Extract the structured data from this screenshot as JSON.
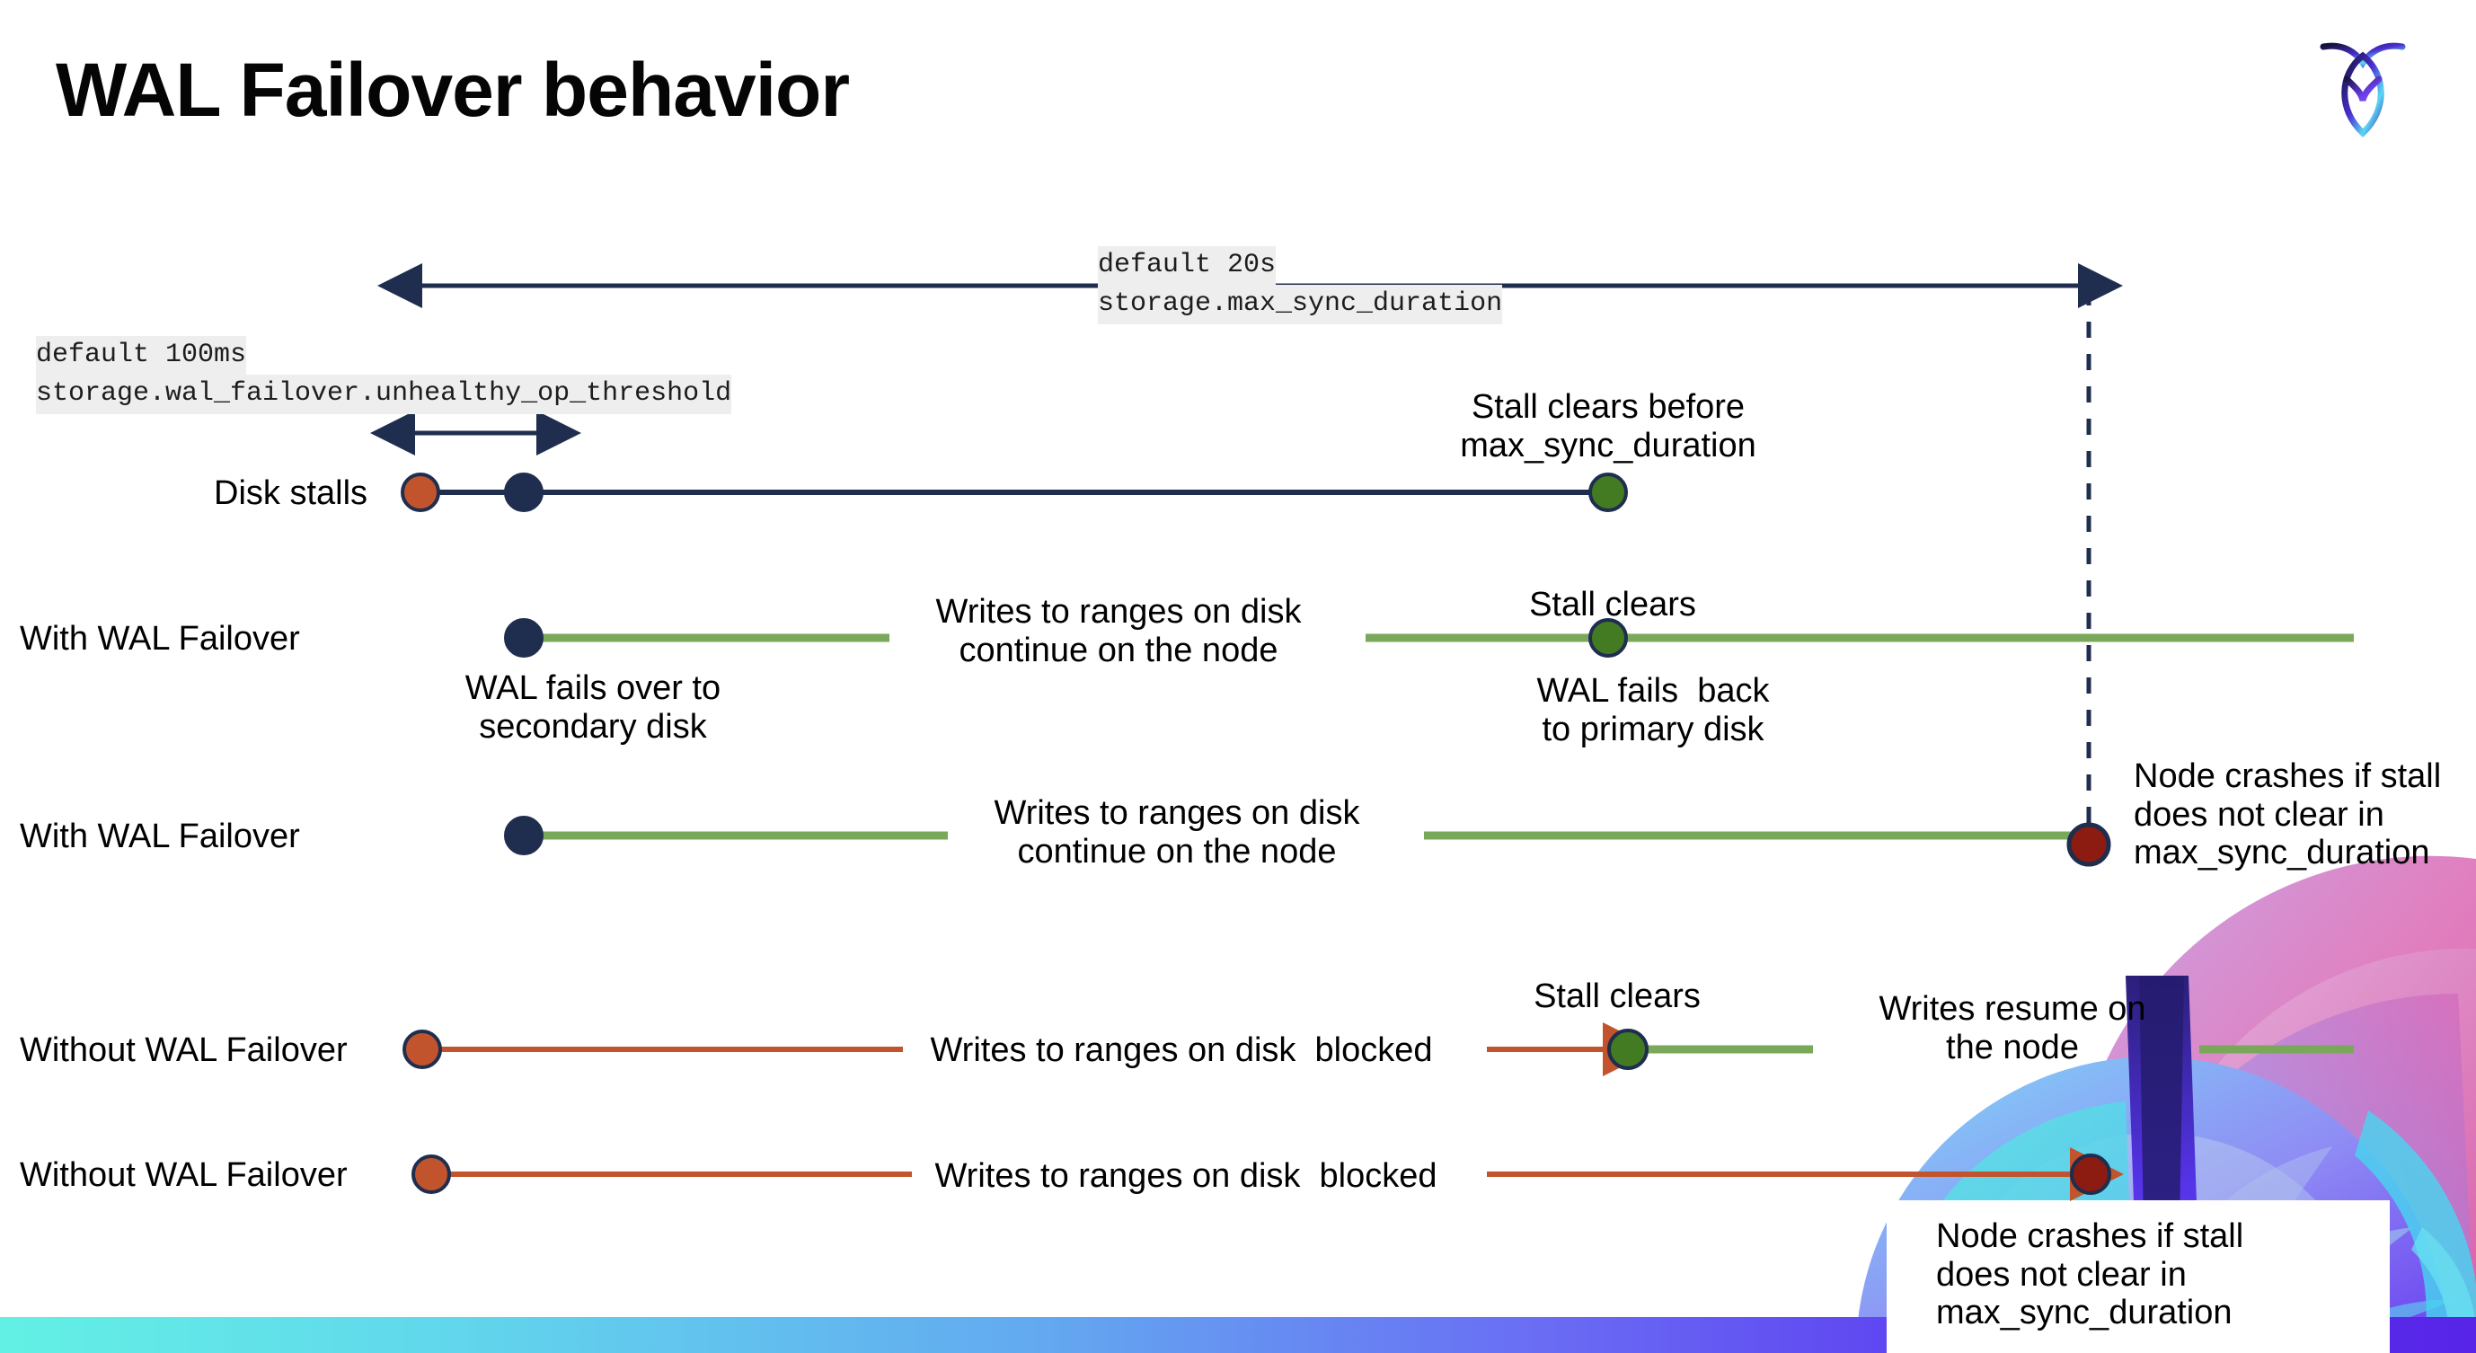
{
  "page": {
    "title": "WAL Failover behavior",
    "logo_name": "cockroachdb-logo"
  },
  "annotations": {
    "max_sync": {
      "default_label": "default 20s",
      "setting_label": "storage.max_sync_duration"
    },
    "unhealthy_op": {
      "default_label": "default 100ms",
      "setting_label": "storage.wal_failover.unhealthy_op_threshold"
    }
  },
  "rows": [
    {
      "id": "disk-stalls",
      "label": "Disk stalls",
      "note_above": "Stall clears before\nmax_sync_duration"
    },
    {
      "id": "with-wal-failover-clears",
      "label": "With WAL Failover",
      "note_start": "WAL fails over to\nsecondary disk",
      "note_mid": "Writes to ranges on disk\ncontinue on the node",
      "note_clear": "Stall clears",
      "note_end": "WAL fails  back\nto primary disk"
    },
    {
      "id": "with-wal-failover-crash",
      "label": "With WAL Failover",
      "note_mid": "Writes to ranges on disk\ncontinue on the node",
      "note_end": "Node crashes if stall\ndoes not clear in\nmax_sync_duration"
    },
    {
      "id": "without-wal-failover-clears",
      "label": "Without WAL Failover",
      "note_mid": "Writes to ranges on disk  blocked",
      "note_clear": "Stall clears",
      "note_end": "Writes resume on\nthe node"
    },
    {
      "id": "without-wal-failover-crash",
      "label": "Without WAL Failover",
      "note_mid": "Writes to ranges on disk  blocked",
      "note_end": "Node crashes if stall\ndoes not clear in\nmax_sync_duration"
    }
  ],
  "colors": {
    "navy": "#1f2d4e",
    "orange": "#c2542d",
    "green_dot": "#427b22",
    "green_line": "#7aa85a",
    "dark_red": "#8c1b12",
    "mono_highlight": "#eeeeee",
    "strip_start": "#62f0e4",
    "strip_end": "#5724e8"
  },
  "legend": {
    "dot_stall_start": "stall-start-marker",
    "dot_failover": "failover-marker",
    "dot_stall_clear": "stall-clear-marker",
    "dot_node_crash": "node-crash-marker"
  }
}
